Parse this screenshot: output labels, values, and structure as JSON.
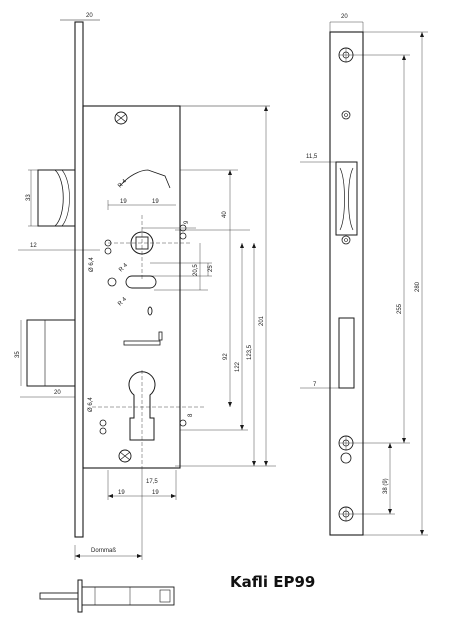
{
  "caption": "Kafli EP99",
  "label_dornmass": "Dornmaß",
  "dims_left": {
    "d_20_top": "20",
    "d_33": "33",
    "d_12": "12",
    "d_64_a": "Ø 6,4",
    "d_r4_a": "R 4",
    "d_19_a": "19",
    "d_19_b": "19",
    "d_9": "9",
    "d_40": "40",
    "d_r4_b": "R 4",
    "d_205": "20,5",
    "d_25": "25",
    "d_r4_c": "R 4",
    "d_35": "35",
    "d_20_mid": "20",
    "d_92": "92",
    "d_122": "122",
    "d_1235": "123,5",
    "d_201": "201",
    "d_64_b": "Ø 6,4",
    "d_8": "8",
    "d_175": "17,5",
    "d_19_c": "19",
    "d_19_d": "19"
  },
  "dims_right": {
    "d_20": "20",
    "d_115": "11,5",
    "d_7": "7",
    "d_255": "255",
    "d_280": "280",
    "d_38": "38 (9)"
  }
}
